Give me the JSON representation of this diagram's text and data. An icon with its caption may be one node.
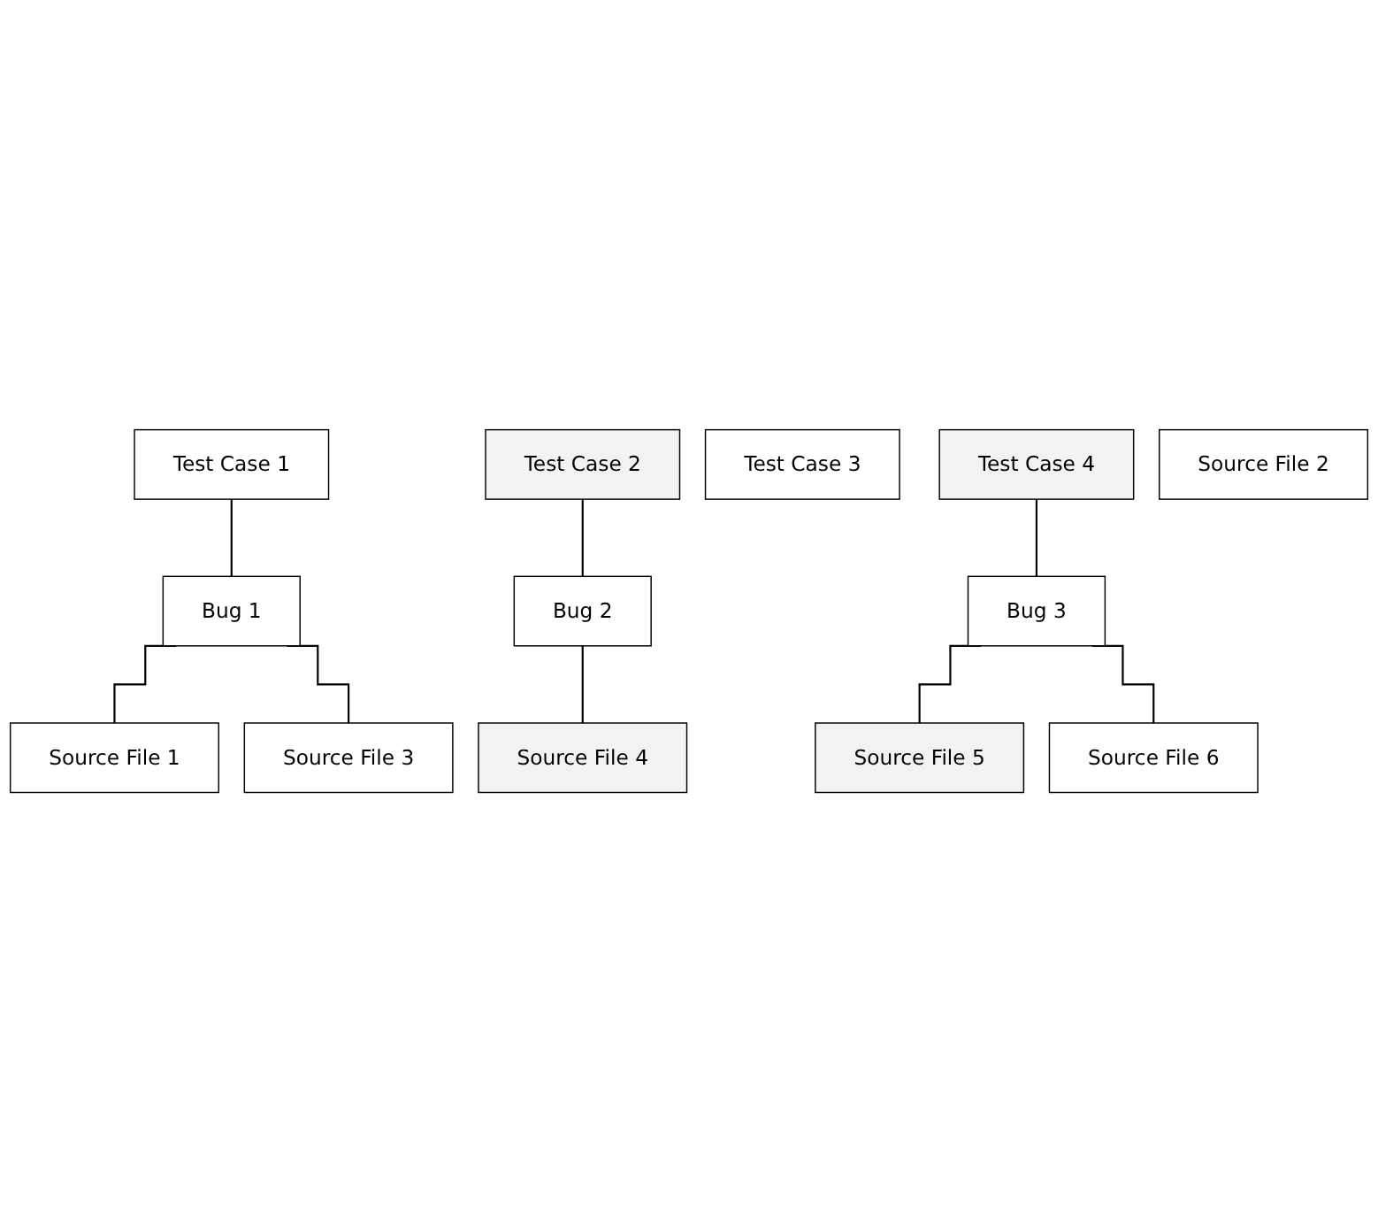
{
  "diagram": {
    "nodes": [
      {
        "text": [
          "Test Case 1"
        ]
      },
      {
        "text": [
          "Test Case 2"
        ]
      },
      {
        "text": [
          "Test Case 3"
        ]
      },
      {
        "text": [
          "Test Case 4"
        ]
      },
      {
        "text": [
          "Bug 1"
        ]
      },
      {
        "text": [
          "Bug 2"
        ]
      },
      {
        "text": [
          "Bug 3"
        ]
      },
      {
        "text": [
          "Source File 1"
        ]
      },
      {
        "text": [
          "Source File 2"
        ]
      },
      {
        "text": [
          "Source File 3"
        ]
      },
      {
        "text": [
          "Source File 4"
        ]
      },
      {
        "text": [
          "Source File 5"
        ]
      },
      {
        "text": [
          "Source File 6"
        ]
      }
    ],
    "edges": [
      {
        "from": 0,
        "to": 4,
        "arrow": "none"
      },
      {
        "from": 1,
        "to": 5,
        "arrow": "none"
      },
      {
        "from": 3,
        "to": 6,
        "arrow": "none"
      },
      {
        "from": 4,
        "to": 7,
        "arrow": "none"
      },
      {
        "from": 4,
        "to": 9,
        "arrow": "none"
      },
      {
        "from": 5,
        "to": 10,
        "arrow": "none"
      },
      {
        "from": 6,
        "to": 11,
        "arrow": "none"
      },
      {
        "from": 6,
        "to": 12,
        "arrow": "none"
      }
    ]
  }
}
